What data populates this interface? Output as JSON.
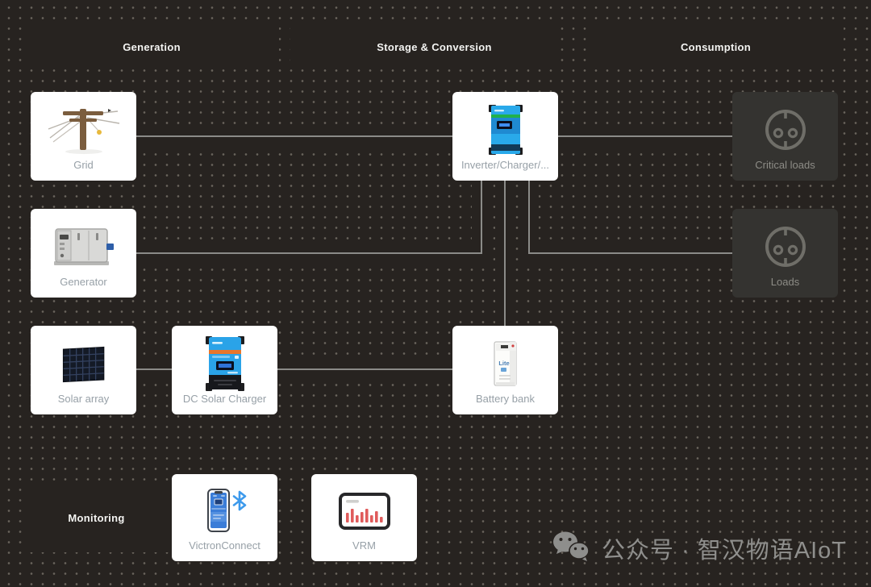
{
  "headers": {
    "generation": "Generation",
    "storage": "Storage & Conversion",
    "consumption": "Consumption",
    "monitoring": "Monitoring"
  },
  "cards": {
    "grid": {
      "label": "Grid"
    },
    "generator": {
      "label": "Generator"
    },
    "solar_array": {
      "label": "Solar array"
    },
    "dc_solar_charger": {
      "label": "DC Solar Charger"
    },
    "inverter": {
      "label": "Inverter/Charger/..."
    },
    "battery_bank": {
      "label": "Battery bank",
      "icon_text": "Lite"
    },
    "critical_loads": {
      "label": "Critical loads"
    },
    "loads": {
      "label": "Loads"
    },
    "victron_connect": {
      "label": "VictronConnect"
    },
    "vrm": {
      "label": "VRM"
    }
  },
  "watermark": {
    "text": "公众号 · 智汉物语AIoT"
  },
  "icons": {
    "grid": "power-pole-icon",
    "generator": "generator-icon",
    "solar_array": "solar-panel-icon",
    "dc_solar_charger": "mppt-charger-icon",
    "inverter": "inverter-charger-icon",
    "battery_bank": "battery-cabinet-icon",
    "critical_loads": "power-socket-icon",
    "loads": "power-socket-icon",
    "victron_connect": "smartphone-bluetooth-icon",
    "vrm": "monitor-chart-icon",
    "watermark": "wechat-icon"
  },
  "colors": {
    "background": "#272320",
    "connector_line": "#8b8b88",
    "card_white": "#ffffff",
    "card_dark": "#343330",
    "victron_blue": "#29a9ea",
    "mppt_orange": "#e8762b",
    "green_stripe": "#21b14b",
    "vrm_bar_red": "#e05c5c",
    "bluetooth_blue": "#3d9aec"
  }
}
